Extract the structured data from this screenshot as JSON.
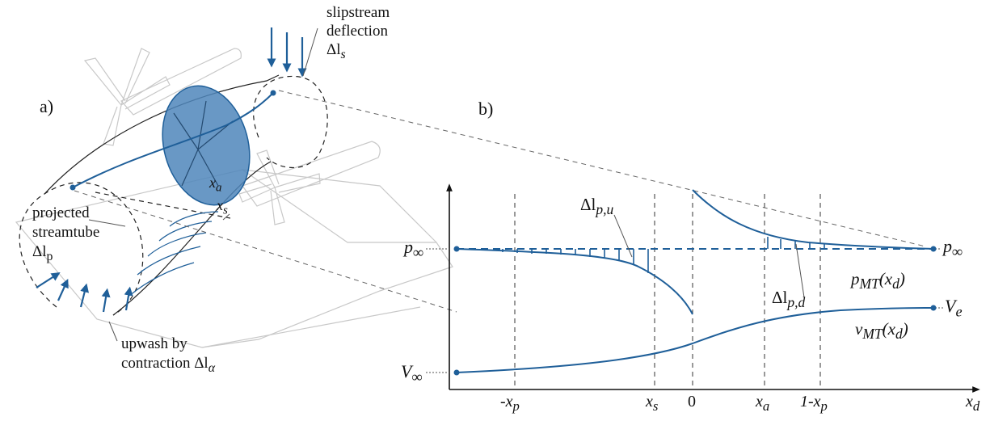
{
  "panel_a": {
    "label": "a)",
    "slipstream_label_line1": "slipstream",
    "slipstream_label_line2": "deflection",
    "slipstream_symbol": "Δl",
    "slipstream_sub": "s",
    "projected_line1": "projected",
    "projected_line2": "streamtube",
    "projected_symbol": "Δl",
    "projected_sub": "p",
    "upwash_line1": "upwash by",
    "upwash_line2": "contraction Δl",
    "upwash_sub": "α",
    "xa_main": "x",
    "xa_sub": "a",
    "xs_main": "x",
    "xs_sub": "s"
  },
  "panel_b": {
    "label": "b)",
    "p_inf_left": "p",
    "p_inf_left_sub": "∞",
    "v_inf_left": "V",
    "v_inf_left_sub": "∞",
    "p_inf_right": "p",
    "p_inf_right_sub": "∞",
    "ve_main": "V",
    "ve_sub": "e",
    "pmt_main": "p",
    "pmt_sub": "MT",
    "pmt_arg_main": "(x",
    "pmt_arg_sub": "d",
    "pmt_arg_close": ")",
    "vmt_main": "v",
    "vmt_sub": "MT",
    "vmt_arg_main": "(x",
    "vmt_arg_sub": "d",
    "vmt_arg_close": ")",
    "dlpu_main": "Δl",
    "dlpu_sub": "p,u",
    "dlpd_main": "Δl",
    "dlpd_sub": "p,d",
    "ticks": {
      "neg_xp_main": "-x",
      "neg_xp_sub": "p",
      "xs_main": "x",
      "xs_sub": "s",
      "zero": "0",
      "xa_main": "x",
      "xa_sub": "a",
      "one_minus_xp_main": "1-x",
      "one_minus_xp_sub": "p",
      "xd_main": "x",
      "xd_sub": "d"
    }
  },
  "colors": {
    "curve": "#1f5f99",
    "disk_fill": "#4f86bb",
    "sketch": "#c8c8c8",
    "ink": "#222222"
  }
}
